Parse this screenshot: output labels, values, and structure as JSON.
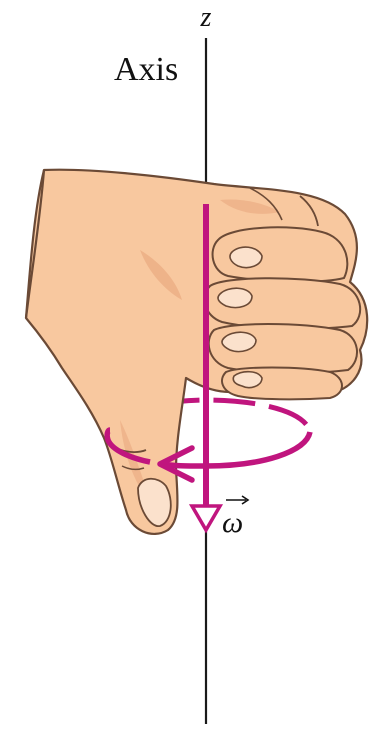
{
  "labels": {
    "axis_letter": "z",
    "axis_word": "Axis",
    "omega_symbol": "ω"
  },
  "icons": {
    "hand": "thumbs-down-hand-icon",
    "rotation": "circular-rotation-arrow-icon",
    "vector": "angular-velocity-vector-icon"
  },
  "colors": {
    "background": "#ffffff",
    "axis_line": "#1a1a1a",
    "skin_fill": "#f8c89f",
    "skin_shade": "#e9a980",
    "skin_outline": "#6b4a36",
    "fingernail": "#fbe1cc",
    "vector_magenta": "#c0157e",
    "text": "#111111"
  }
}
